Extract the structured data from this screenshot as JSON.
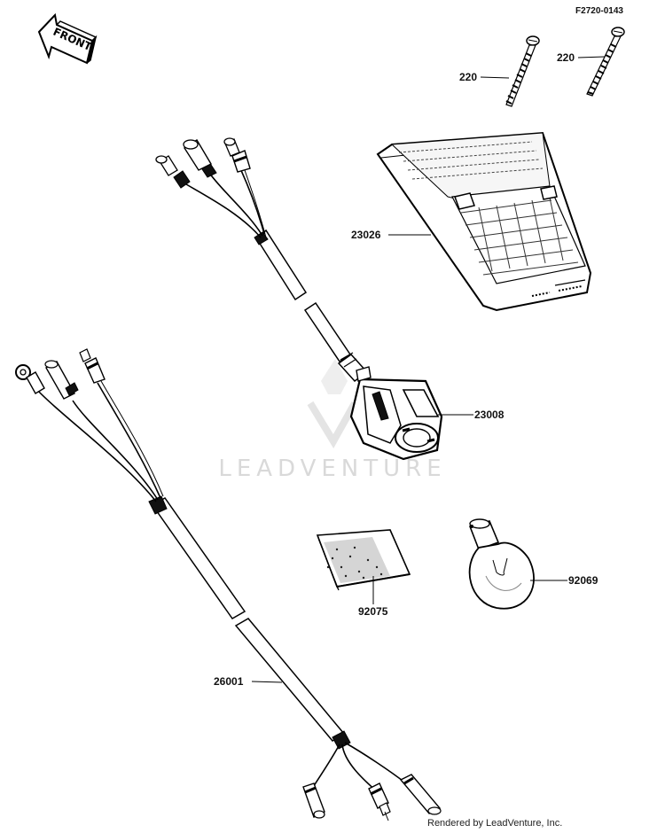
{
  "diagram": {
    "drawing_number": "F2720-0143",
    "front_label": "FRONT",
    "watermark": "LEADVENTURE",
    "credit": "Rendered by LeadVenture, Inc.",
    "callouts": {
      "screw_left": "220",
      "screw_right": "220",
      "lens": "23026",
      "socket": "23008",
      "harness": "26001",
      "pad": "92075",
      "bulb": "92069"
    }
  }
}
